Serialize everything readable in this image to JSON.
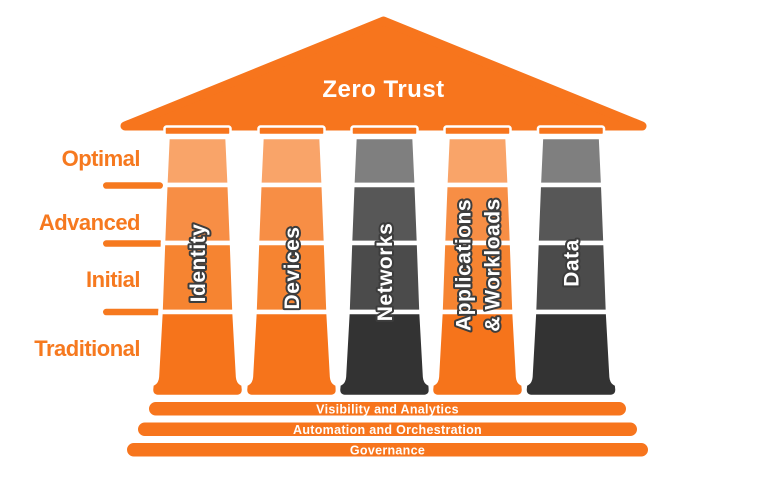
{
  "diagram_title": "Zero Trust",
  "maturity_levels": [
    {
      "label": "Optimal"
    },
    {
      "label": "Advanced"
    },
    {
      "label": "Initial"
    },
    {
      "label": "Traditional"
    }
  ],
  "pillars": [
    {
      "id": "identity",
      "label": "Identity",
      "colors": [
        "#F9A469",
        "#F78E45",
        "#F68431",
        "#F6741B"
      ]
    },
    {
      "id": "devices",
      "label": "Devices",
      "colors": [
        "#F9A469",
        "#F78E45",
        "#F68431",
        "#F6741B"
      ]
    },
    {
      "id": "networks",
      "label": "Networks",
      "colors": [
        "#7F7F7F",
        "#575757",
        "#4B4B4B",
        "#333333"
      ]
    },
    {
      "id": "applications-workloads",
      "label_line1": "Applications",
      "label_line2": "& Workloads",
      "colors": [
        "#F9A469",
        "#F78E45",
        "#F68431",
        "#F6741B"
      ]
    },
    {
      "id": "data",
      "label": "Data",
      "colors": [
        "#7F7F7F",
        "#575757",
        "#4B4B4B",
        "#333333"
      ]
    }
  ],
  "foundation_bars": [
    {
      "label": "Visibility and Analytics"
    },
    {
      "label": "Automation and Orchestration"
    },
    {
      "label": "Governance"
    }
  ],
  "colors": {
    "primary_orange": "#F7751D",
    "label_orange": "#F6791F",
    "roof_text": "#FFFFFF",
    "bar_text": "#FFFFFF",
    "pillar_label_fill": "#FFFFFF",
    "pillar_label_outline": "#3D3D3D"
  }
}
